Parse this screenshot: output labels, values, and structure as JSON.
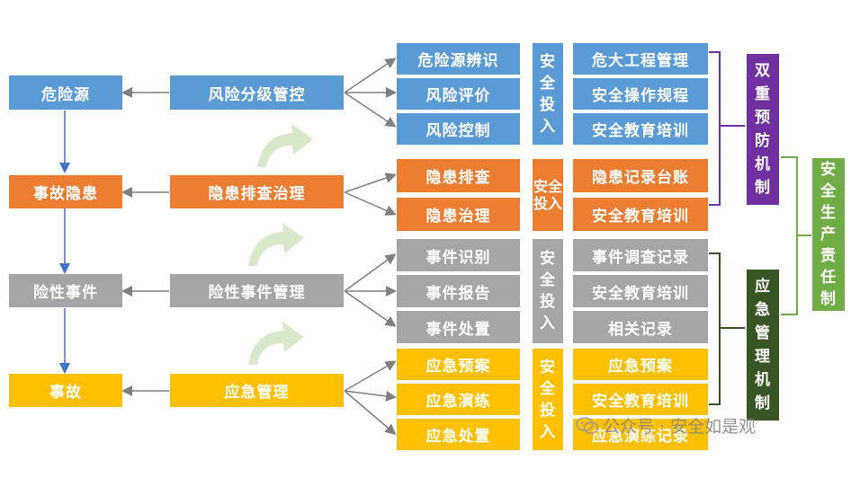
{
  "left": [
    {
      "label": "危险源"
    },
    {
      "label": "事故隐患"
    },
    {
      "label": "险性事件"
    },
    {
      "label": "事故"
    }
  ],
  "middle": [
    {
      "label": "风险分级管控"
    },
    {
      "label": "隐患排查治理"
    },
    {
      "label": "险性事件管理"
    },
    {
      "label": "应急管理"
    }
  ],
  "groups": [
    {
      "items": [
        "危险源辨识",
        "风险评价",
        "风险控制"
      ],
      "invest": "安全投入",
      "right": [
        "危大工程管理",
        "安全操作规程",
        "安全教育培训"
      ]
    },
    {
      "items": [
        "隐患排查",
        "隐患治理"
      ],
      "invest": "安全投入",
      "right": [
        "隐患记录台账",
        "安全教育培训"
      ]
    },
    {
      "items": [
        "事件识别",
        "事件报告",
        "事件处置"
      ],
      "invest": "安全投入",
      "right": [
        "事件调查记录",
        "安全教育培训",
        "相关记录"
      ]
    },
    {
      "items": [
        "应急预案",
        "应急演练",
        "应急处置"
      ],
      "invest": "安全投入",
      "right": [
        "应急预案",
        "安全教育培训",
        "应急演练记录"
      ]
    }
  ],
  "mechanisms": {
    "dual": "双重预防机制",
    "emergency": "应急管理机制",
    "responsibility": "安全生产责任制"
  },
  "watermark": "公众号 · 安全如是观",
  "colors": {
    "blue": "#5b9bd5",
    "orange": "#ed7d31",
    "gray": "#a5a5a5",
    "yellow": "#ffc000",
    "purple": "#7030a0",
    "dark_green": "#375623",
    "light_green": "#70ad47"
  }
}
